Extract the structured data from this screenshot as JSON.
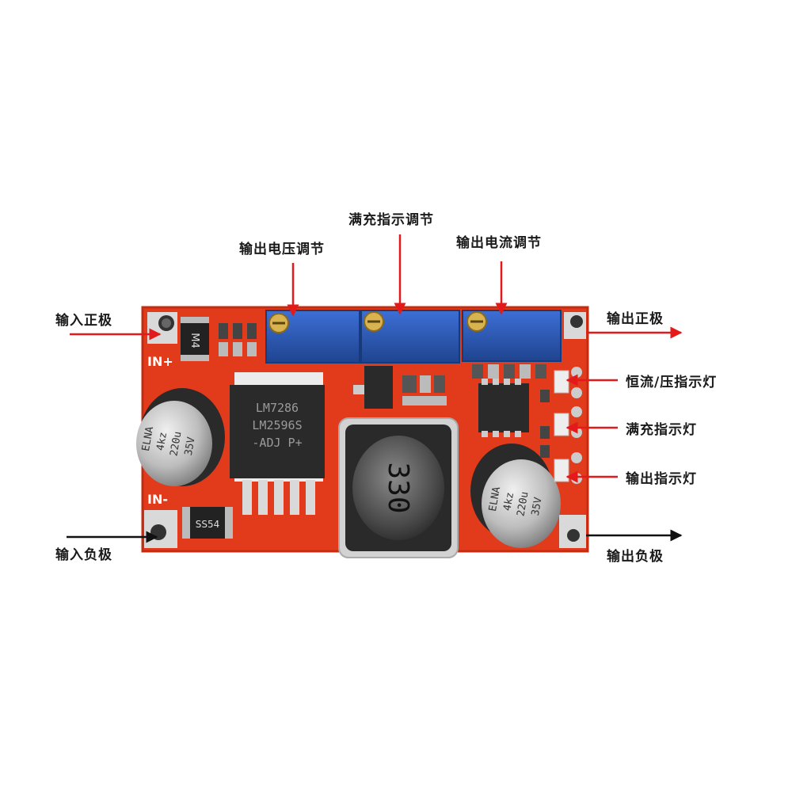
{
  "labels": {
    "output_voltage_adjust": "输出电压调节",
    "charge_indicator_adjust": "满充指示调节",
    "output_current_adjust": "输出电流调节",
    "input_positive": "输入正极",
    "input_negative": "输入负极",
    "output_positive": "输出正极",
    "output_negative": "输出负极",
    "cc_cv_indicator": "恒流/压指示灯",
    "charge_full_indicator": "满充指示灯",
    "output_indicator": "输出指示灯"
  },
  "board": {
    "silk_in_plus": "IN+",
    "silk_in_minus": "IN-",
    "ic_line1": "LM7286",
    "ic_line2": "LM2596S",
    "ic_line3": "-ADJ P+",
    "inductor_code": "330",
    "diode_top": "M4",
    "diode_bottom": "SS54",
    "cap_left_text": [
      "ELNA",
      "4kz",
      "220u",
      "35V"
    ],
    "cap_right_text": [
      "ELNA",
      "4kz",
      "220u",
      "35V"
    ]
  },
  "colors": {
    "pcb_red": "#e23b1c",
    "pot_blue": "#2b56b8",
    "arrow_red": "#e41a1a",
    "arrow_black": "#111111"
  }
}
